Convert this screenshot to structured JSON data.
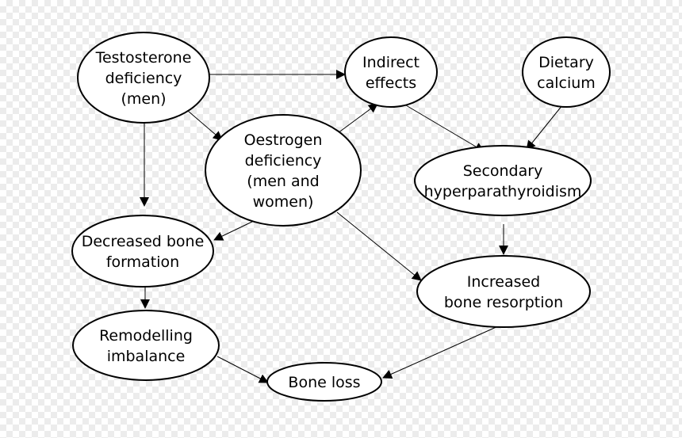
{
  "nodes": [
    {
      "id": "testosterone",
      "lines": [
        "Testosterone",
        "deficiency",
        "(men)"
      ]
    },
    {
      "id": "indirect",
      "lines": [
        "Indirect",
        "effects"
      ]
    },
    {
      "id": "dietary",
      "lines": [
        "Dietary",
        "calcium"
      ]
    },
    {
      "id": "oestrogen",
      "lines": [
        "Oestrogen",
        "deficiency",
        "(men and",
        "women)"
      ]
    },
    {
      "id": "secondary",
      "lines": [
        "Secondary",
        "hyperparathyroidism"
      ]
    },
    {
      "id": "decreased",
      "lines": [
        "Decreased bone",
        "formation"
      ]
    },
    {
      "id": "increased",
      "lines": [
        "Increased",
        "bone resorption"
      ]
    },
    {
      "id": "remodelling",
      "lines": [
        "Remodelling",
        "imbalance"
      ]
    },
    {
      "id": "boneloss",
      "lines": [
        "Bone loss"
      ]
    }
  ],
  "edges": [
    {
      "from": "testosterone",
      "to": "indirect"
    },
    {
      "from": "testosterone",
      "to": "oestrogen"
    },
    {
      "from": "testosterone",
      "to": "decreased"
    },
    {
      "from": "oestrogen",
      "to": "indirect"
    },
    {
      "from": "oestrogen",
      "to": "decreased"
    },
    {
      "from": "oestrogen",
      "to": "increased"
    },
    {
      "from": "indirect",
      "to": "secondary"
    },
    {
      "from": "dietary",
      "to": "secondary"
    },
    {
      "from": "secondary",
      "to": "increased"
    },
    {
      "from": "decreased",
      "to": "remodelling"
    },
    {
      "from": "remodelling",
      "to": "boneloss"
    },
    {
      "from": "increased",
      "to": "boneloss"
    }
  ],
  "colors": {
    "node_fill": "#ffffff",
    "stroke": "#000000",
    "background_check": "#ececec"
  }
}
